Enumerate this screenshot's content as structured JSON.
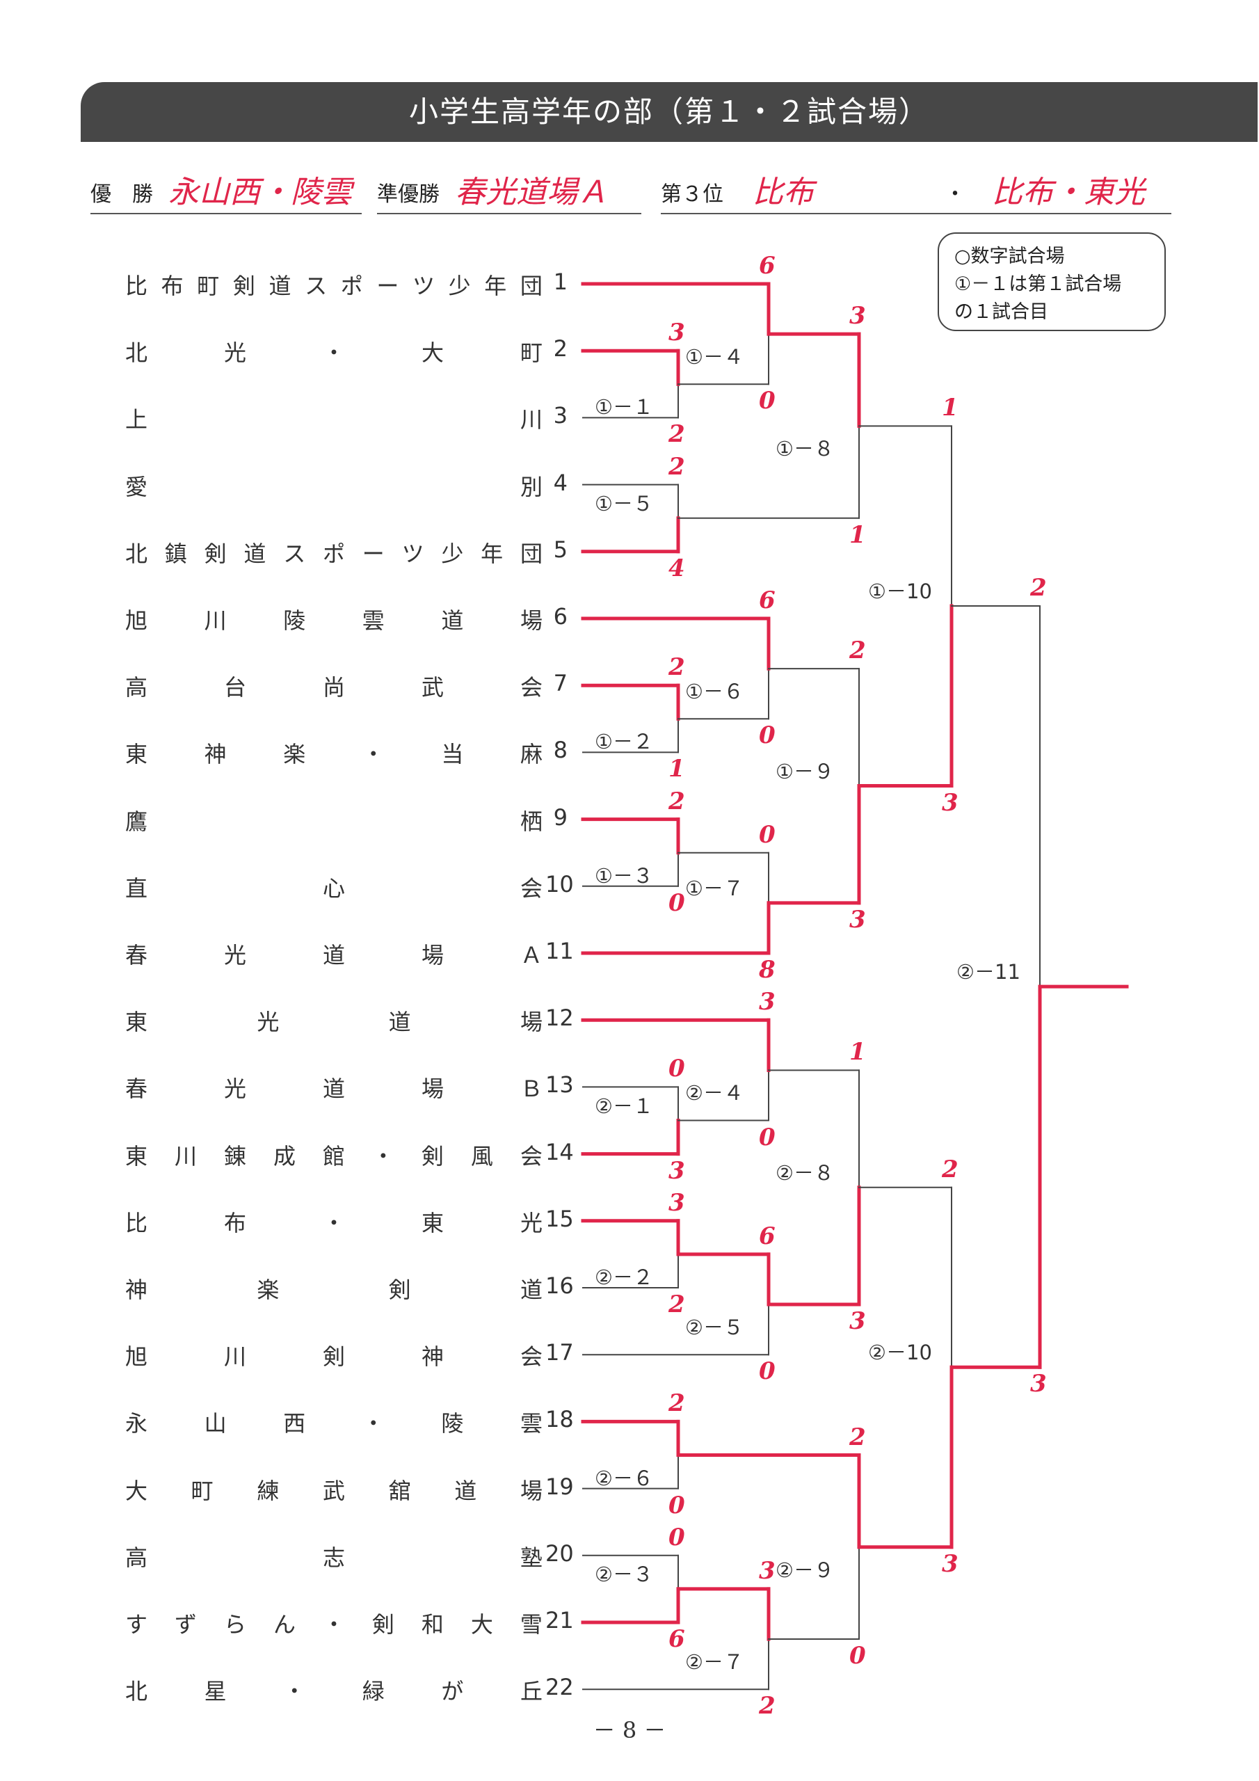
{
  "title": "小学生高学年の部（第１・２試合場）",
  "results": {
    "winner_label": "優　勝",
    "winner": "永山西・陵雲",
    "runner_up_label": "準優勝",
    "runner_up": "春光道場Ａ",
    "third_label": "第３位",
    "third_1": "比布",
    "third_separator": "・",
    "third_2": "比布・東光"
  },
  "legend": {
    "line1": "○数字試合場",
    "line2": "①－１は第１試合場",
    "line3": "の１試合目"
  },
  "teams": [
    {
      "name": "比布町剣道スポーツ少年団",
      "num": "1"
    },
    {
      "name": "北光・大町",
      "num": "2"
    },
    {
      "name": "上川",
      "num": "3"
    },
    {
      "name": "愛別",
      "num": "4"
    },
    {
      "name": "北鎮剣道スポーツ少年団",
      "num": "5"
    },
    {
      "name": "旭川陵雲道場",
      "num": "6"
    },
    {
      "name": "高台尚武会",
      "num": "7"
    },
    {
      "name": "東神楽・当麻",
      "num": "8"
    },
    {
      "name": "鷹栖",
      "num": "9"
    },
    {
      "name": "直心会",
      "num": "10"
    },
    {
      "name": "春光道場Ａ",
      "num": "11"
    },
    {
      "name": "東光道場",
      "num": "12"
    },
    {
      "name": "春光道場Ｂ",
      "num": "13"
    },
    {
      "name": "東川錬成館・剣風会",
      "num": "14"
    },
    {
      "name": "比布・東光",
      "num": "15"
    },
    {
      "name": "神楽剣道",
      "num": "16"
    },
    {
      "name": "旭川剣神会",
      "num": "17"
    },
    {
      "name": "永山西・陵雲",
      "num": "18"
    },
    {
      "name": "大町練武舘道場",
      "num": "19"
    },
    {
      "name": "高志塾",
      "num": "20"
    },
    {
      "name": "すずらん・剣和大雪",
      "num": "21"
    },
    {
      "name": "北星・緑が丘",
      "num": "22"
    }
  ],
  "matches": [
    {
      "label": "①－１",
      "a": "2",
      "b": "3",
      "score_a": "3",
      "score_b": "2",
      "winner": "a"
    },
    {
      "label": "①－４",
      "a": "1",
      "b": "①－１",
      "score_a": "6",
      "score_b": "0",
      "winner": "a"
    },
    {
      "label": "①－５",
      "a": "4",
      "b": "5",
      "score_a": "2",
      "score_b": "4",
      "winner": "b"
    },
    {
      "label": "①－８",
      "a": "①－４",
      "b": "①－５",
      "score_a": "3",
      "score_b": "1",
      "winner": "a"
    },
    {
      "label": "①－２",
      "a": "7",
      "b": "8",
      "score_a": "2",
      "score_b": "1",
      "winner": "a"
    },
    {
      "label": "①－６",
      "a": "6",
      "b": "①－２",
      "score_a": "6",
      "score_b": "0",
      "winner": "a"
    },
    {
      "label": "①－３",
      "a": "9",
      "b": "10",
      "score_a": "2",
      "score_b": "0",
      "winner": "a"
    },
    {
      "label": "①－７",
      "a": "①－３",
      "b": "11",
      "score_a": "0",
      "score_b": "8",
      "winner": "b"
    },
    {
      "label": "①－９",
      "a": "①－６",
      "b": "①－７",
      "score_a": "2",
      "score_b": "3",
      "winner": "b"
    },
    {
      "label": "①－10",
      "a": "①－８",
      "b": "①－９",
      "score_a": "1",
      "score_b": "3",
      "winner": "b"
    },
    {
      "label": "②－１",
      "a": "13",
      "b": "14",
      "score_a": "0",
      "score_b": "3",
      "winner": "b"
    },
    {
      "label": "②－４",
      "a": "12",
      "b": "②－１",
      "score_a": "3",
      "score_b": "0",
      "winner": "a"
    },
    {
      "label": "②－２",
      "a": "15",
      "b": "16",
      "score_a": "3",
      "score_b": "2",
      "winner": "a"
    },
    {
      "label": "②－５",
      "a": "②－２",
      "b": "17",
      "score_a": "6",
      "score_b": "0",
      "winner": "a"
    },
    {
      "label": "②－８",
      "a": "②－４",
      "b": "②－５",
      "score_a": "1",
      "score_b": "3",
      "winner": "b"
    },
    {
      "label": "②－６",
      "a": "18",
      "b": "19",
      "score_a": "2",
      "score_b": "0",
      "winner": "a"
    },
    {
      "label": "②－３",
      "a": "20",
      "b": "21",
      "score_a": "0",
      "score_b": "6",
      "winner": "b"
    },
    {
      "label": "②－７",
      "a": "②－３",
      "b": "22",
      "score_a": "3",
      "score_b": "2",
      "winner": "a"
    },
    {
      "label": "②－９",
      "a": "②－６",
      "b": "②－７",
      "score_a": "2",
      "score_b": "0",
      "winner": "a"
    },
    {
      "label": "②－10",
      "a": "②－８",
      "b": "②－９",
      "score_a": "2",
      "score_b": "3",
      "winner": "b"
    },
    {
      "label": "②－11",
      "a": "①－10",
      "b": "②－10",
      "score_a": "2",
      "score_b": "3",
      "winner": "b"
    }
  ],
  "colors": {
    "winner_line": "#e0254a",
    "line": "#444444",
    "banner": "#474747"
  },
  "page_number": "－ 8 －"
}
